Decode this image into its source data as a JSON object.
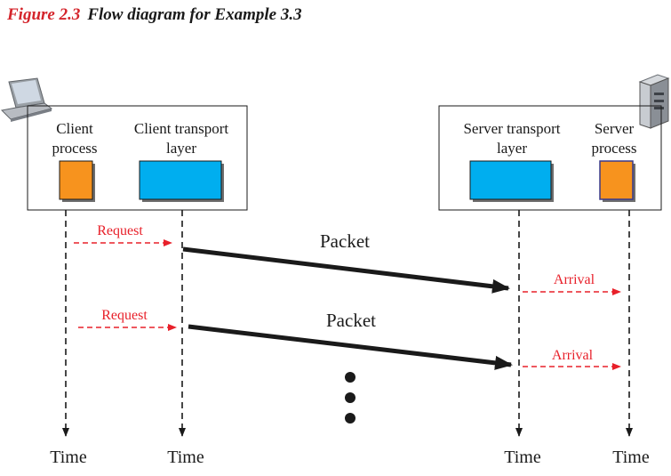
{
  "caption": {
    "figure_number": "Figure 2.3",
    "title": "Flow diagram for Example 3.3"
  },
  "client": {
    "process_label_1": "Client",
    "process_label_2": "process",
    "transport_label_1": "Client transport",
    "transport_label_2": "layer"
  },
  "server": {
    "transport_label_1": "Server transport",
    "transport_label_2": "layer",
    "process_label_1": "Server",
    "process_label_2": "process"
  },
  "messages": [
    {
      "request": "Request",
      "packet": "Packet",
      "arrival": "Arrival"
    },
    {
      "request": "Request",
      "packet": "Packet",
      "arrival": "Arrival"
    }
  ],
  "timeline_label": "Time",
  "colors": {
    "process_box": "#f7931e",
    "transport_box": "#00aeef",
    "request_arrow": "#e8202a",
    "caption_number": "#d4242b"
  },
  "icons": [
    "laptop-icon",
    "server-tower-icon",
    "ellipsis-dots-icon"
  ]
}
